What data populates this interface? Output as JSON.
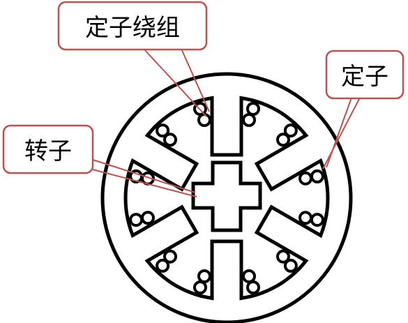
{
  "labels": {
    "stator_winding": "定子绕组",
    "stator": "定子",
    "rotor": "转子"
  },
  "colors": {
    "line": "#000000",
    "callout_border": "#c0504d",
    "callout_fill": "#ffffff",
    "background": "#ffffff"
  }
}
